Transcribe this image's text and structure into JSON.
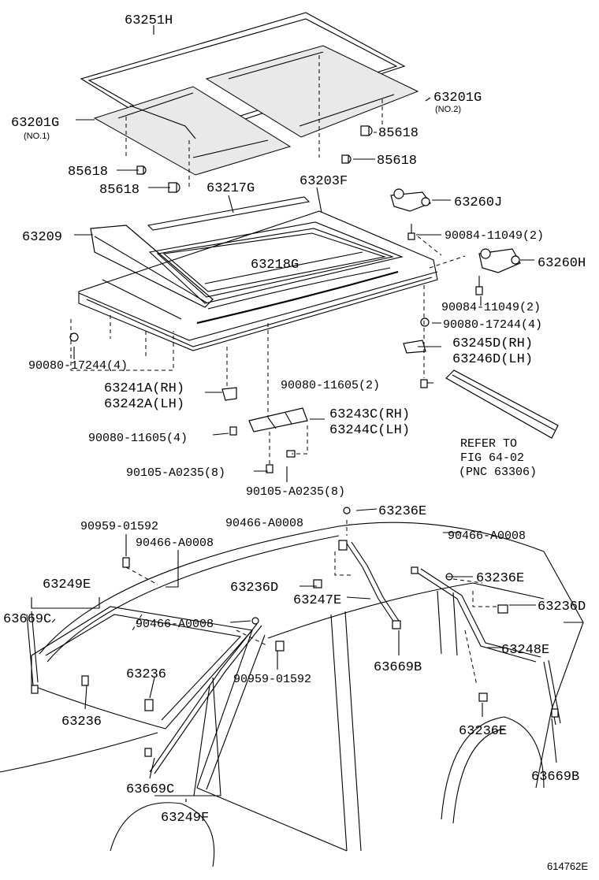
{
  "labels": {
    "l63251H": "63251H",
    "l63201G_1": "63201G",
    "l63201G_1_sub": "(NO.1)",
    "l63201G_2": "63201G",
    "l63201G_2_sub": "(NO.2)",
    "l85618_a": "85618",
    "l85618_b": "85618",
    "l85618_c": "85618",
    "l85618_d": "85618",
    "l63217G": "63217G",
    "l63203F": "63203F",
    "l63260J": "63260J",
    "l63209": "63209",
    "l90084_a": "90084-11049(2)",
    "l63218G": "63218G",
    "l63260H": "63260H",
    "l90084_b": "90084-11049(2)",
    "l90080_17244_r": "90080-17244(4)",
    "l63245D": "63245D(RH)",
    "l63246D": "63246D(LH)",
    "l90080_17244_l": "90080-17244(4)",
    "l90080_11605_r": "90080-11605(2)",
    "l63241A": "63241A(RH)",
    "l63242A": "63242A(LH)",
    "l63243C": "63243C(RH)",
    "l63244C": "63244C(LH)",
    "l90080_11605_l": "90080-11605(4)",
    "l90105_a": "90105-A0235(8)",
    "l90105_b": "90105-A0235(8)",
    "ref1": "REFER TO",
    "ref2": "FIG 64-02",
    "ref3": "(PNC 63306)",
    "l90959_a": "90959-01592",
    "l90466_a": "90466-A0008",
    "l90466_b": "90466-A0008",
    "l63236E_a": "63236E",
    "l90466_c": "90466-A0008",
    "l63249E": "63249E",
    "l63669C_a": "63669C",
    "l63236D_a": "63236D",
    "l63247E": "63247E",
    "l63236E_b": "63236E",
    "l63236D_b": "63236D",
    "l90466_d": "90466-A0008",
    "l90959_b": "90959-01592",
    "l63236_a": "63236",
    "l63669B_a": "63669B",
    "l63248E": "63248E",
    "l63236_b": "63236",
    "l63236E_c": "63236E",
    "l63669C_b": "63669C",
    "l63669B_b": "63669B",
    "l63249F": "63249F",
    "code": "614762E"
  }
}
